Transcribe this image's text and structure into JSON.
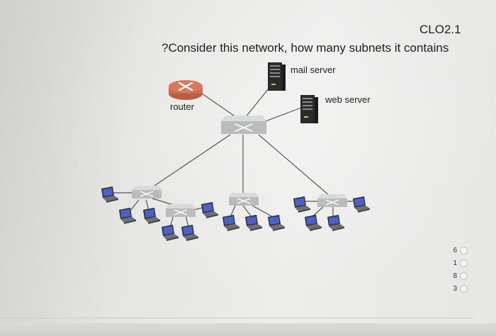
{
  "question": {
    "code": "CLO2.1",
    "text": "?Consider this network, how many subnets it contains"
  },
  "diagram": {
    "labels": {
      "mail_server": "mail server",
      "web_server": "web server",
      "router": "router"
    },
    "icons": [
      "router-icon",
      "server-icon",
      "switch-icon",
      "laptop-icon"
    ],
    "colors": {
      "router": "#d7795d",
      "switch": "#c9cbcb",
      "server": "#2b2b2d",
      "laptop_screen": "#4c61c8",
      "link": "#555555"
    }
  },
  "answers": {
    "options": [
      {
        "value": "6"
      },
      {
        "value": "1"
      },
      {
        "value": "8"
      },
      {
        "value": "3"
      }
    ]
  }
}
